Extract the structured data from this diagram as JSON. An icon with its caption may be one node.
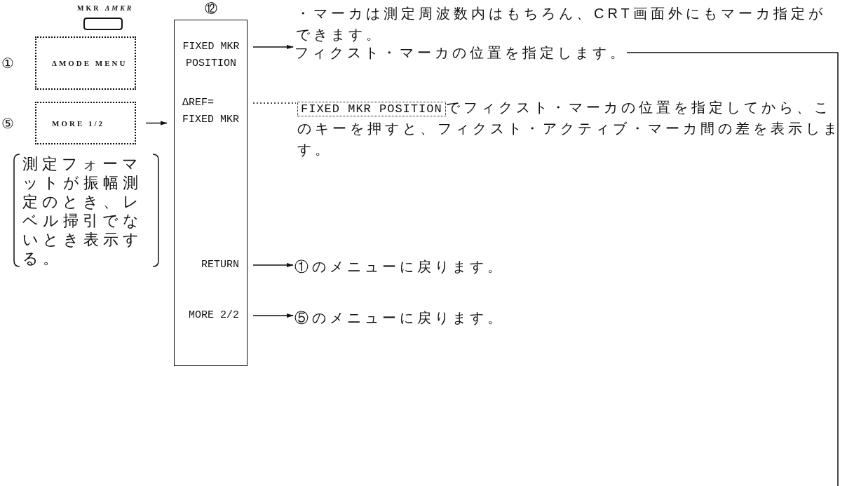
{
  "diagram": {
    "nodes": [
      {
        "text": [
          "MKR",
          "ΔMKR"
        ]
      },
      {
        "text": [
          "ΔMODE MENU"
        ],
        "beside": [
          "①"
        ]
      },
      {
        "text": [
          "MORE 1/2"
        ],
        "beside": [
          "⑤"
        ]
      },
      {
        "text": [
          "測定フォーマットが振幅測定のとき、レベル掃引でないとき表示する。"
        ]
      },
      {
        "text": [
          "⑫"
        ]
      },
      {
        "text": [
          "FIXED MKR POSITION"
        ],
        "in": 4
      },
      {
        "text": [
          "ΔREF= FIXED MKR"
        ],
        "in": 4
      },
      {
        "text": [
          "RETURN"
        ],
        "in": 4
      },
      {
        "text": [
          "MORE 2/2"
        ],
        "in": 4
      },
      {
        "text": [
          "フィクスト・マーカの位置を指定します。"
        ]
      },
      {
        "text": [
          "FIXED MKR POSITION",
          "でフィクスト・マーカの位置を指定してから、このキーを押すと、フィクスト・アクティブ・マーカ間の差を表示します。"
        ]
      },
      {
        "text": [
          "①のメニューに戻ります。"
        ]
      },
      {
        "text": [
          "⑤のメニューに戻ります。"
        ]
      }
    ],
    "edges": [
      {
        "from": 2,
        "to": 4,
        "arrow": "to"
      },
      {
        "from": 5,
        "to": 9,
        "arrow": "to"
      },
      {
        "from": 6,
        "to": 10,
        "arrow": "none",
        "style": "dashed"
      },
      {
        "from": 7,
        "to": 11,
        "arrow": "to"
      },
      {
        "from": 8,
        "to": 12,
        "arrow": "to"
      },
      {
        "from": 9,
        "to": null,
        "arrow": "none"
      }
    ],
    "labels": [
      "・マーカは測定周波数内はもちろん、CRT画面外にもマーカ指定ができます。"
    ]
  }
}
